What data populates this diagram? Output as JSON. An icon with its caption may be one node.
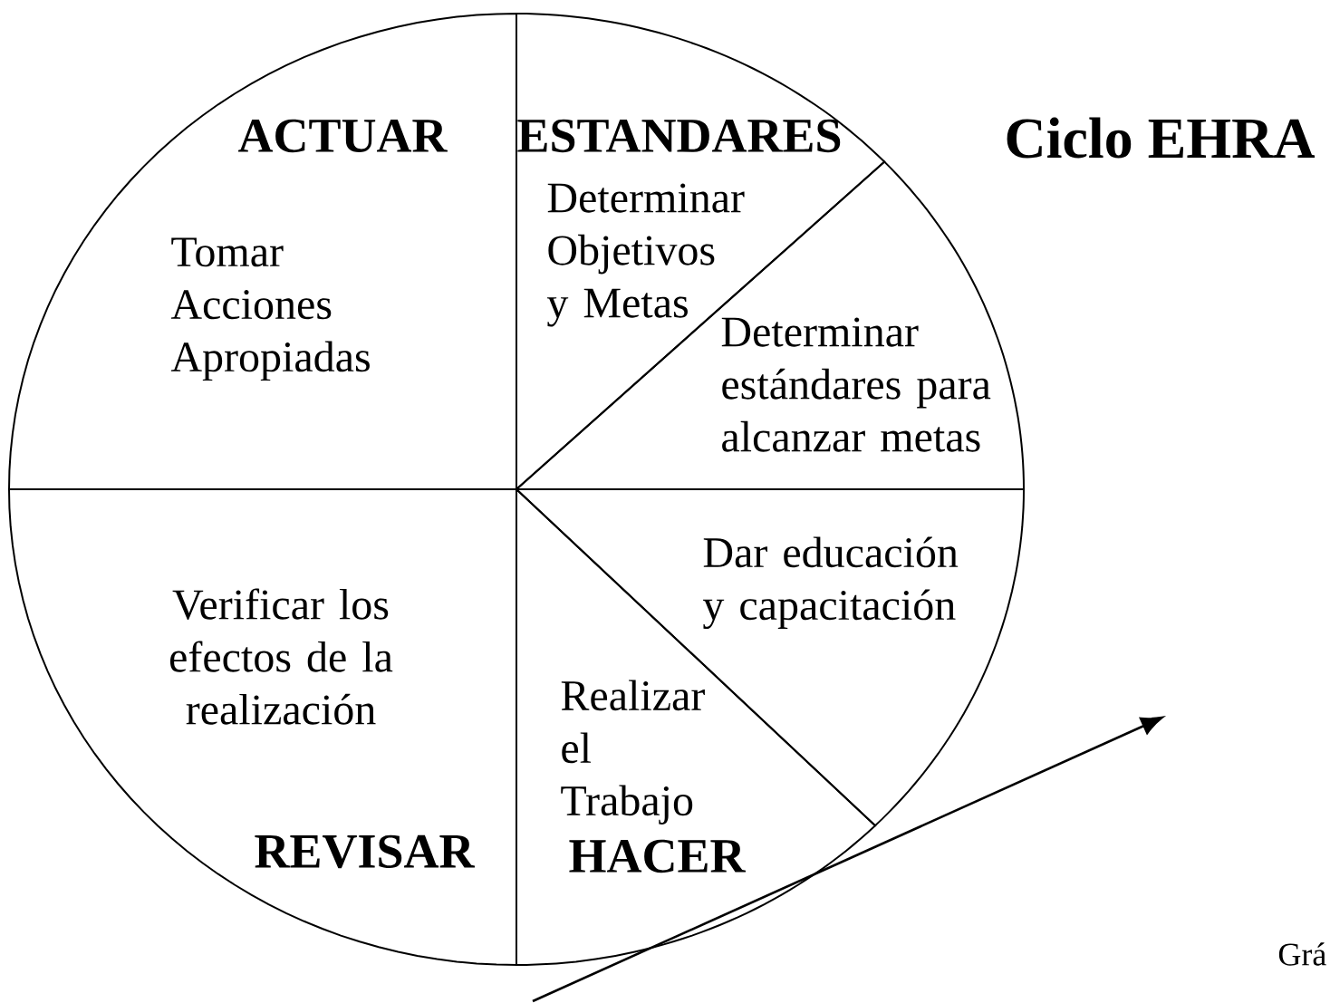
{
  "diagram": {
    "title": "Ciclo EHRA",
    "nodes": [
      {
        "text": [
          "ACTUAR",
          "Tomar Acciones Apropiadas"
        ]
      },
      {
        "text": [
          "ESTANDARES",
          "Determinar Objetivos y Metas"
        ]
      },
      {
        "text": [
          "Determinar estándares para alcanzar metas"
        ]
      },
      {
        "text": [
          "Dar educación y capacitación"
        ]
      },
      {
        "text": [
          "Realizar el Trabajo",
          "HACER"
        ]
      },
      {
        "text": [
          "Verificar los efectos de la realización",
          "REVISAR"
        ]
      }
    ],
    "labels": [
      "Grá"
    ]
  }
}
